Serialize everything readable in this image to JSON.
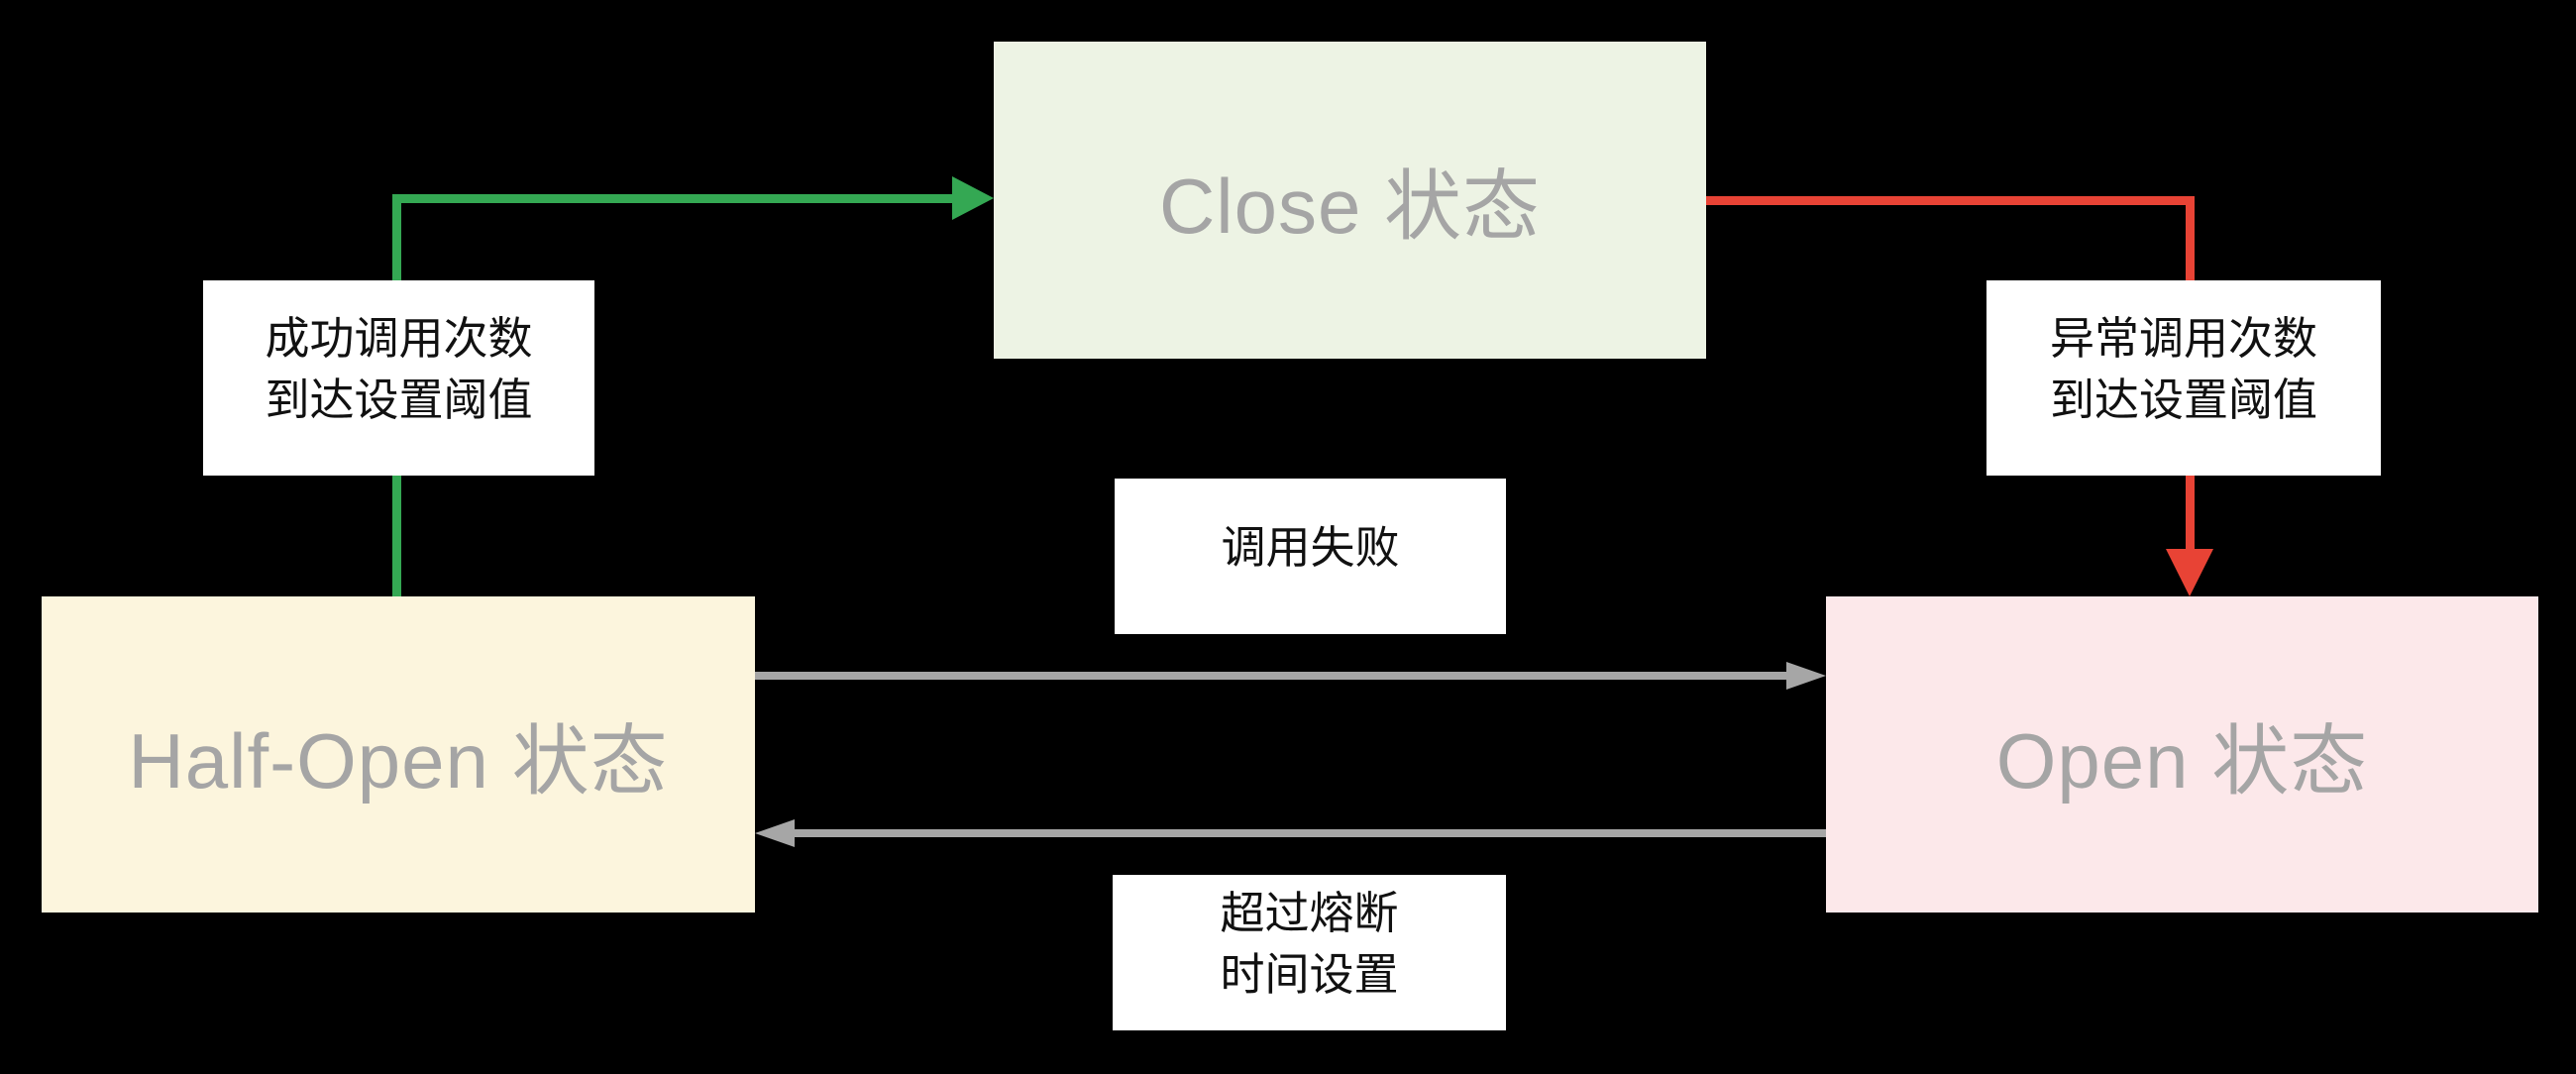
{
  "diagram": {
    "type": "state-diagram",
    "background": "#000000",
    "nodes": {
      "close": {
        "label": "Close 状态",
        "fill": "#edf3e4",
        "text_color": "#a5a5a5"
      },
      "half_open": {
        "label": "Half-Open 状态",
        "fill": "#fcf5dd",
        "text_color": "#a5a5a5"
      },
      "open": {
        "label": "Open 状态",
        "fill": "#fce8ea",
        "text_color": "#a5a5a5"
      }
    },
    "edge_labels": {
      "success": {
        "line1": "成功调用次数",
        "line2": "到达设置阈值"
      },
      "fail_count": {
        "line1": "异常调用次数",
        "line2": "到达设置阈值"
      },
      "call_fail": {
        "line1": "调用失败"
      },
      "timeout": {
        "line1": "超过熔断",
        "line2": "时间设置"
      }
    },
    "edges": {
      "half_open_to_close": {
        "color": "#34a853",
        "style": "elbow",
        "direction": "up-then-right"
      },
      "close_to_open": {
        "color": "#e84335",
        "style": "elbow",
        "direction": "right-then-down"
      },
      "half_open_to_open": {
        "color": "#a6a6a6",
        "style": "straight",
        "direction": "right"
      },
      "open_to_half_open": {
        "color": "#a6a6a6",
        "style": "straight",
        "direction": "left"
      }
    }
  }
}
